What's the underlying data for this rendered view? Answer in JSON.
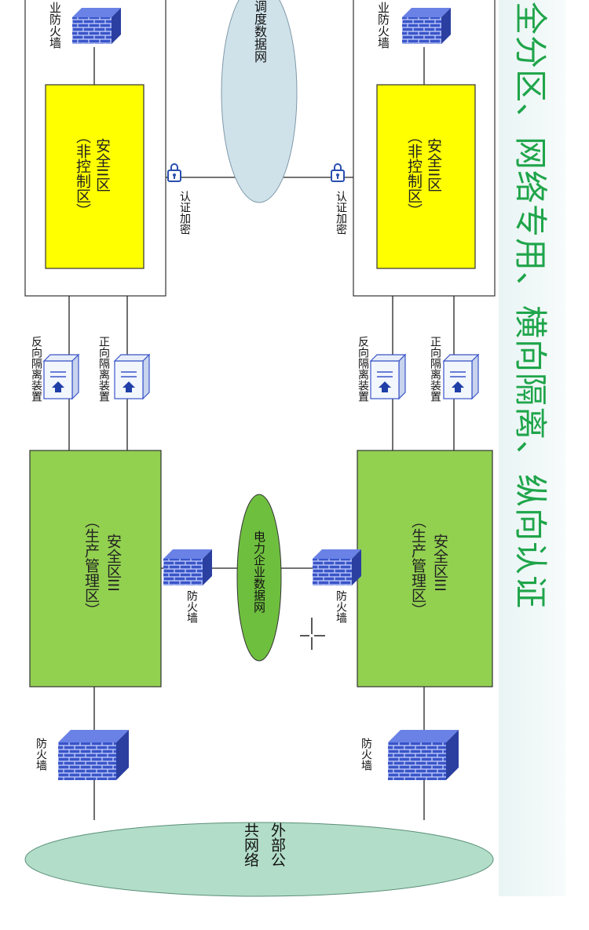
{
  "title": "全分区、网络专用、横向隔离、纵向认证",
  "labels": {
    "firewall_top_left": "业防火墙",
    "firewall_top_right": "业防火墙",
    "dispatch_network": "调度数据网",
    "zone2_name": "安全II区",
    "zone2_sub": "（非控制区）",
    "auth_encrypt": "认证加密",
    "reverse_isolation": "反向隔离装置",
    "forward_isolation": "正向隔离装置",
    "zone3_name": "安全区III",
    "zone3_sub": "（生产管理区）",
    "firewall": "防火墙",
    "power_network": "电力企业数据网",
    "public_network": "外部公共网络"
  },
  "colors": {
    "title_green": "#1fa54a",
    "zone2_yellow": "#ffff00",
    "zone3_green": "#92d050",
    "dispatch_cloud": "#cfe2ea",
    "power_net": "#6fbf3f",
    "public_net": "#b2ddc8",
    "firewall_blue": "#3a55c8"
  }
}
